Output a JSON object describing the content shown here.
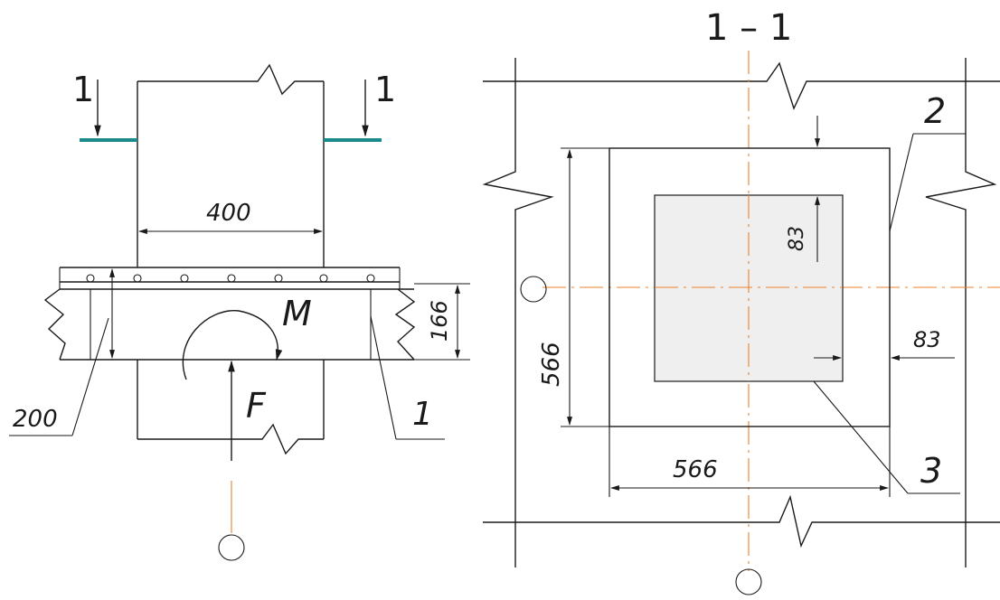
{
  "section_left": {
    "cut_marks": [
      "1",
      "1"
    ],
    "dim_width": "400",
    "dim_thickness": "166",
    "dim_left": "200",
    "moment_label": "M",
    "force_label": "F",
    "callout_1": "1"
  },
  "section_right": {
    "title": "1 – 1",
    "dim_height": "566",
    "dim_width": "566",
    "dim_top_offset": "83",
    "dim_right_offset": "83",
    "callout_2": "2",
    "callout_3": "3"
  },
  "colors": {
    "axis": "#e8822a",
    "cut_mark": "#1a8a8a",
    "plate_fill": "#efefef",
    "line": "#1a1a1a"
  }
}
